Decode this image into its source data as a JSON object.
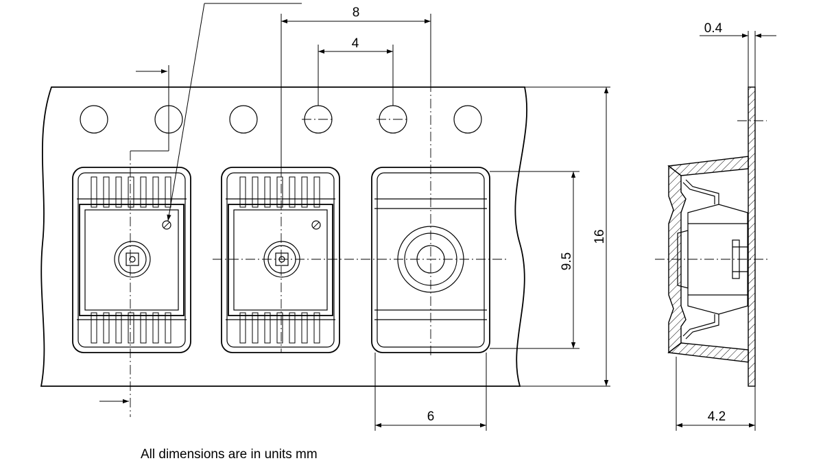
{
  "dimensions": {
    "pitch_sprocket": "8",
    "pitch_hole": "4",
    "cover_thickness": "0.4",
    "tape_width": "16",
    "pocket_length": "9.5",
    "pocket_width": "6",
    "pocket_depth": "4.2"
  },
  "note": "All dimensions are in units mm"
}
